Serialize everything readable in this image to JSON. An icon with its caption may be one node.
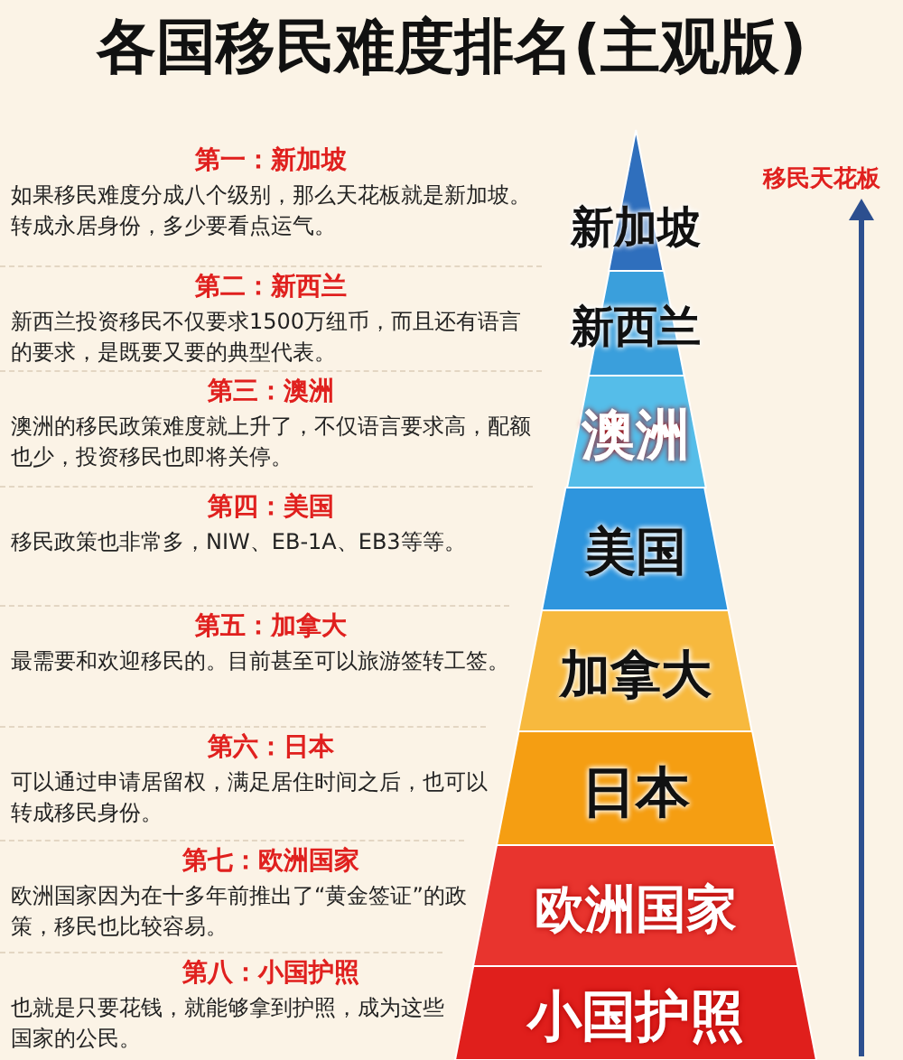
{
  "diagram": {
    "title": "各国移民难度排名(主观版)",
    "nodes": [
      {
        "text": [
          "新加坡"
        ]
      },
      {
        "text": [
          "新西兰"
        ]
      },
      {
        "text": [
          "澳洲"
        ]
      },
      {
        "text": [
          "美国"
        ]
      },
      {
        "text": [
          "加拿大"
        ]
      },
      {
        "text": [
          "日本"
        ]
      },
      {
        "text": [
          "欧洲国家"
        ]
      },
      {
        "text": [
          "小国护照"
        ]
      }
    ],
    "edges": [],
    "labels": [
      "第一：新加坡",
      "如果移民难度分成八个级别，那么天花板就是新加坡。转成永居身份，多少要看点运气。",
      "第二：新西兰",
      "新西兰投资移民不仅要求1500万纽币，而且还有语言的要求，是既要又要的典型代表。",
      "第三：澳洲",
      "澳洲的移民政策难度就上升了，不仅语言要求高，配额也少，投资移民也即将关停。",
      "第四：美国",
      "移民政策也非常多，NIW、EB-1A、EB3等等。",
      "第五：加拿大",
      "最需要和欢迎移民的。目前甚至可以旅游签转工签。",
      "第六：日本",
      "可以通过申请居留权，满足居住时间之后，也可以转成移民身份。",
      "第七：欧洲国家",
      "欧洲国家因为在十多年前推出了“黄金签证”的政策，移民也比较容易。",
      "第八：小国护照",
      "也就是只要花钱，就能够拿到护照，成为这些国家的公民。",
      "移民天花板"
    ]
  }
}
